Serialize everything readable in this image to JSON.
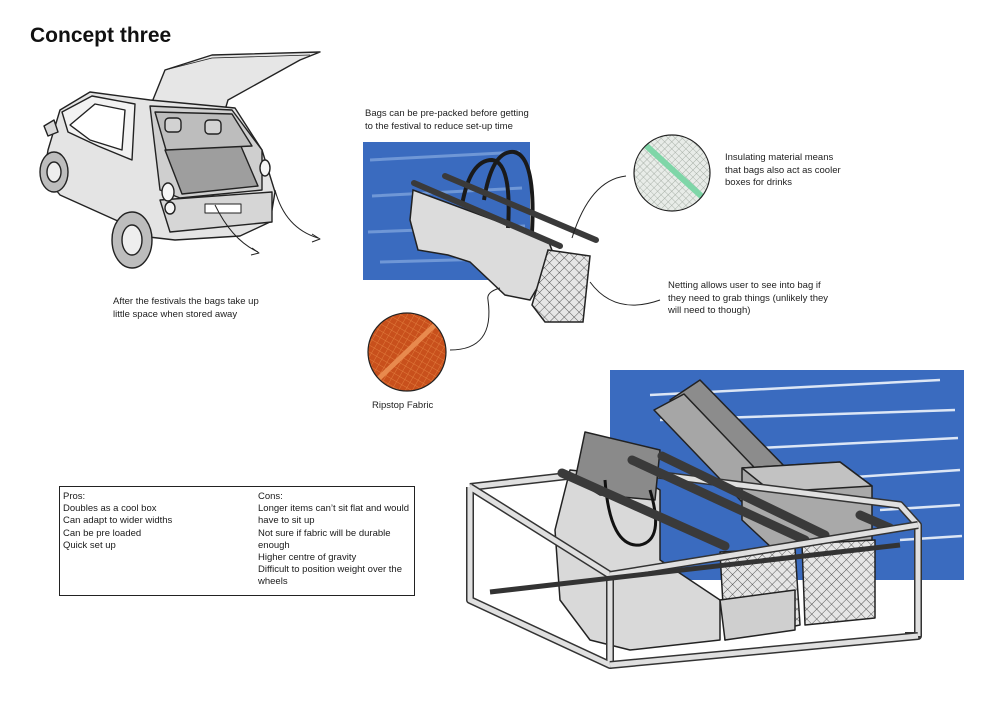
{
  "page": {
    "title": "Concept three",
    "colors": {
      "backdrop_blue": "#3a6bbf",
      "bag_grey": "#d9d9d9",
      "ripstop_orange": "#c8501c",
      "insulation_green": "#7fd6a8",
      "pole_dark": "#3a3a3a"
    }
  },
  "annotations": {
    "car_note": "After the festivals the bags take up little space when stored away",
    "bags_note": "Bags can be pre-packed before getting to the festival to reduce set-up time",
    "insulation_note": "Insulating material means that bags also act as cooler boxes for drinks",
    "netting_note": "Netting allows user to see into bag if they need to grab things (unlikely they will need to though)",
    "ripstop_label": "Ripstop Fabric"
  },
  "pros_cons": {
    "pros_heading": "Pros:",
    "pros": [
      "Doubles as a cool box",
      "Can adapt to wider widths",
      "Can be pre loaded",
      "Quick set up"
    ],
    "cons_heading": "Cons:",
    "cons": [
      "Longer items can’t sit flat and would have to sit up",
      "Not sure if fabric will be durable enough",
      "Higher centre of gravity",
      "Difficult to position weight over the wheels"
    ]
  }
}
